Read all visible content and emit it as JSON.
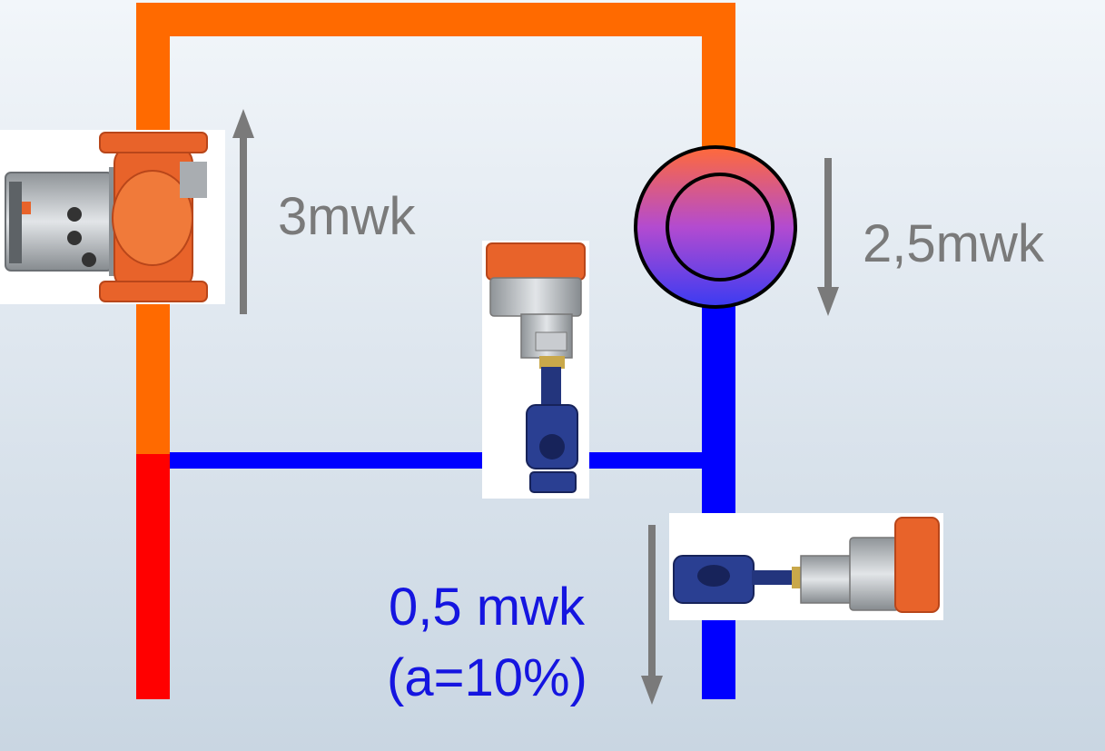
{
  "labels": {
    "pump_head": "3mwk",
    "load_drop": "2,5mwk",
    "valve_drop": "0,5 mwk",
    "valve_authority": "(a=10%)"
  },
  "colors": {
    "supply_pipe": "#ff6a00",
    "return_pipe": "#0000ff",
    "source_pipe": "#ff0000",
    "arrow": "#7a7a7a",
    "valve_text": "#1515e0"
  },
  "icons": {
    "pump": "circulation-pump-icon",
    "load": "heat-exchanger-icon",
    "bypass_valve": "three-way-control-valve-icon",
    "control_valve": "two-way-control-valve-icon"
  }
}
